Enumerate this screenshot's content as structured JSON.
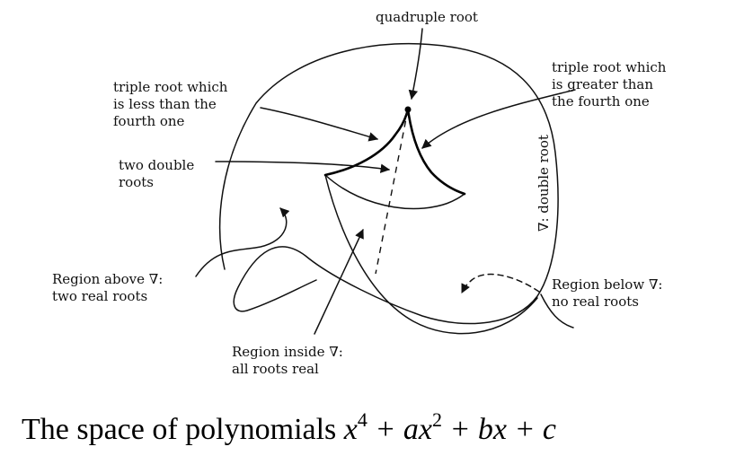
{
  "labels": {
    "quadruple_root": "quadruple root",
    "triple_less": [
      "triple root which",
      "is less than the",
      "fourth one"
    ],
    "triple_greater": [
      "triple root which",
      "is greater than",
      "the fourth one"
    ],
    "two_double": [
      "two double",
      "roots"
    ],
    "double_root": "∇: double root",
    "region_above": [
      "Region above ∇:",
      "two real roots"
    ],
    "region_below": [
      "Region below ∇:",
      "no real roots"
    ],
    "region_inside": [
      "Region inside ∇:",
      "all roots real"
    ]
  },
  "caption": {
    "text": "The space of polynomials ",
    "math": {
      "x": "x",
      "exp4": "4",
      "plus_a": " + a",
      "x2": "x",
      "exp2": "2",
      "plus_b": " + b",
      "x3": "x",
      "plus_c": " + c"
    }
  }
}
